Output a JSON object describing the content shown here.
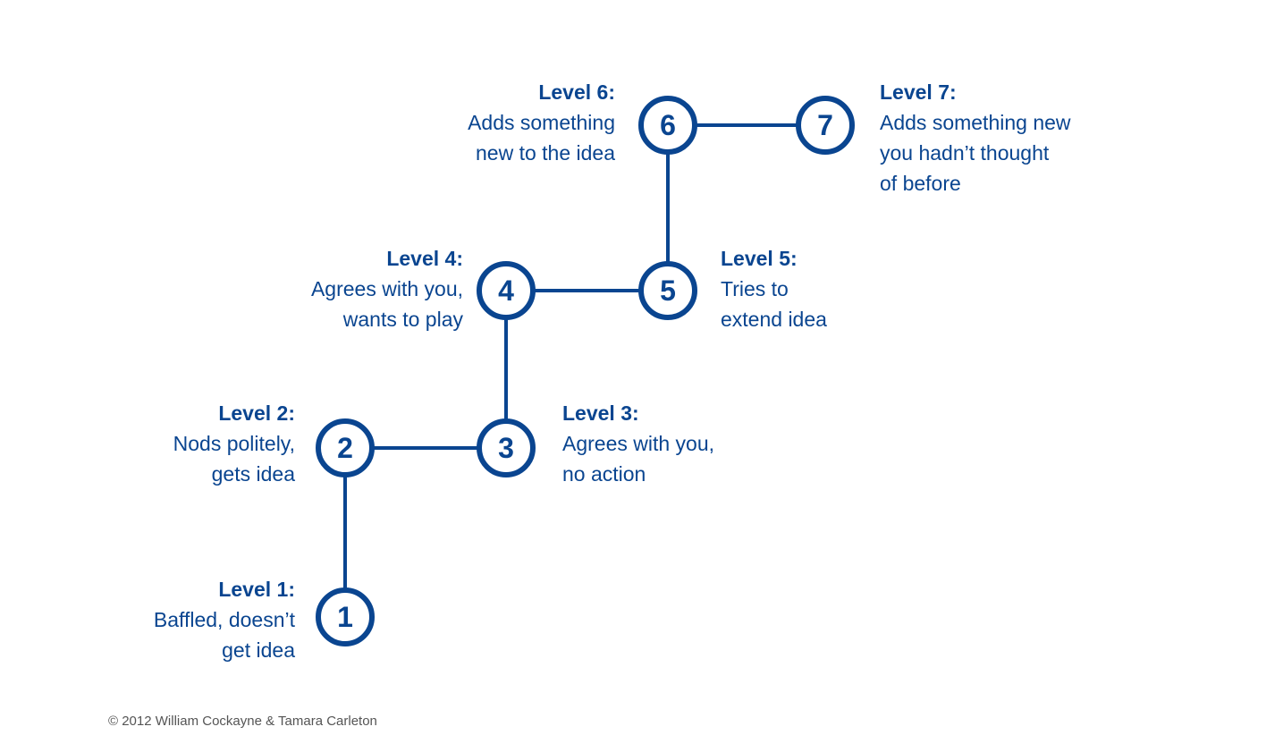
{
  "colors": {
    "primary": "#0a4590",
    "footer_text": "#555555",
    "background": "#ffffff"
  },
  "levels": [
    {
      "number": "1",
      "title": "Level 1:",
      "lines": [
        "Baffled, doesn’t",
        "get idea"
      ]
    },
    {
      "number": "2",
      "title": "Level 2:",
      "lines": [
        "Nods politely,",
        "gets idea"
      ]
    },
    {
      "number": "3",
      "title": "Level 3:",
      "lines": [
        "Agrees with you,",
        "no action"
      ]
    },
    {
      "number": "4",
      "title": "Level 4:",
      "lines": [
        "Agrees with you,",
        "wants to play"
      ]
    },
    {
      "number": "5",
      "title": "Level 5:",
      "lines": [
        "Tries to",
        "extend idea"
      ]
    },
    {
      "number": "6",
      "title": "Level 6:",
      "lines": [
        "Adds something",
        "new to the idea"
      ]
    },
    {
      "number": "7",
      "title": "Level 7:",
      "lines": [
        "Adds something new",
        "you hadn’t thought",
        "of before"
      ]
    }
  ],
  "footer": {
    "copyright": "© 2012 William Cockayne & Tamara Carleton"
  }
}
